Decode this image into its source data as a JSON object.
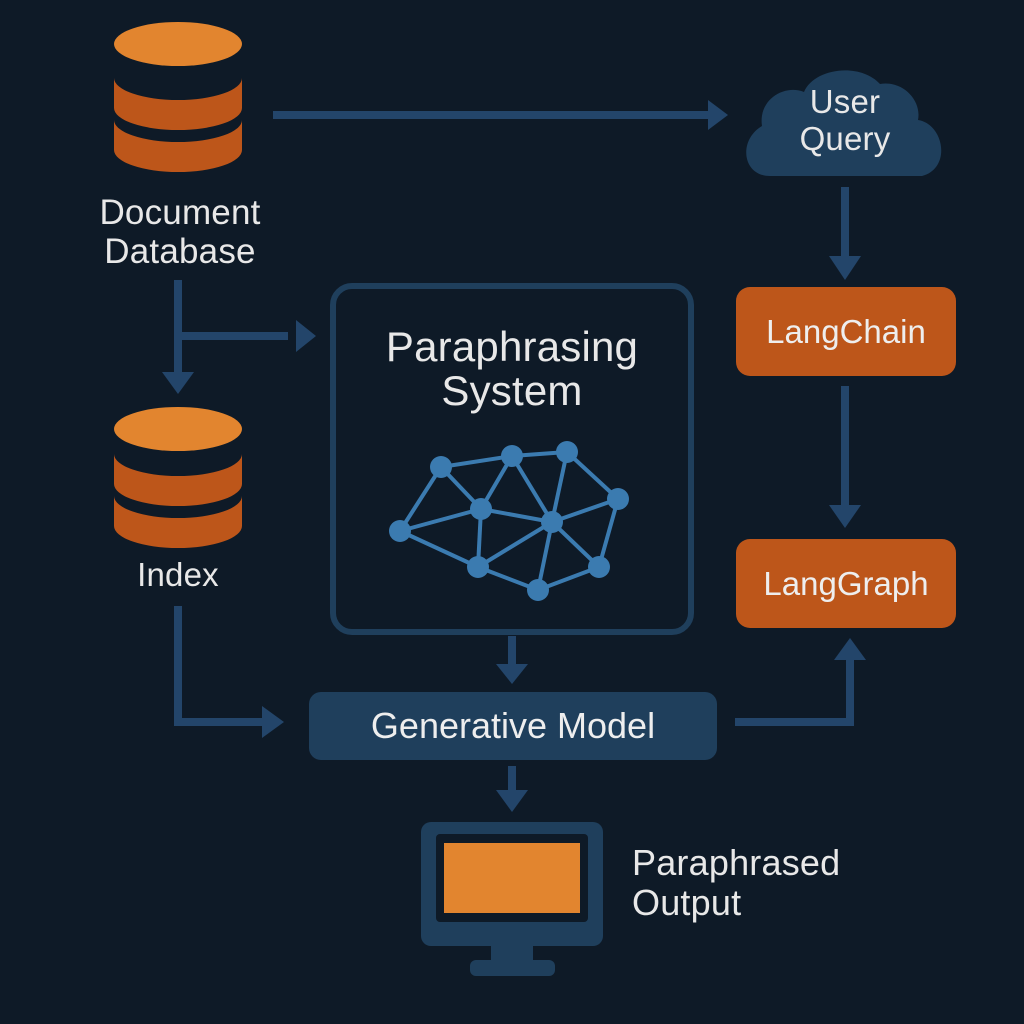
{
  "colors": {
    "background": "#0e1a27",
    "connector": "#23456a",
    "orange": "#bd561a",
    "orange_light": "#e2852f",
    "blue_node": "#1f3f5c",
    "network": "#3b7bb0",
    "text": "#e8e8e8"
  },
  "nodes": {
    "document_database": {
      "line1": "Document",
      "line2": "Database",
      "icon": "database-icon"
    },
    "user_query": {
      "line1": "User",
      "line2": "Query",
      "icon": "cloud-icon"
    },
    "paraphrasing_system": {
      "line1": "Paraphrasing",
      "line2": "System",
      "icon": "network-graph-icon"
    },
    "index": {
      "label": "Index",
      "icon": "database-icon"
    },
    "langchain": {
      "label": "LangChain"
    },
    "langgraph": {
      "label": "LangGraph"
    },
    "generative_model": {
      "label": "Generative Model"
    },
    "paraphrased_output": {
      "line1": "Paraphrased",
      "line2": "Output",
      "icon": "monitor-icon"
    }
  },
  "edges": [
    {
      "from": "Document Database",
      "to": "User Query"
    },
    {
      "from": "Document Database",
      "to": "Paraphrasing System"
    },
    {
      "from": "Document Database",
      "to": "Index"
    },
    {
      "from": "User Query",
      "to": "LangChain"
    },
    {
      "from": "LangChain",
      "to": "LangGraph"
    },
    {
      "from": "Index",
      "to": "Generative Model"
    },
    {
      "from": "Paraphrasing System",
      "to": "Generative Model"
    },
    {
      "from": "Generative Model",
      "to": "LangGraph"
    },
    {
      "from": "Generative Model",
      "to": "Paraphrased Output"
    }
  ]
}
